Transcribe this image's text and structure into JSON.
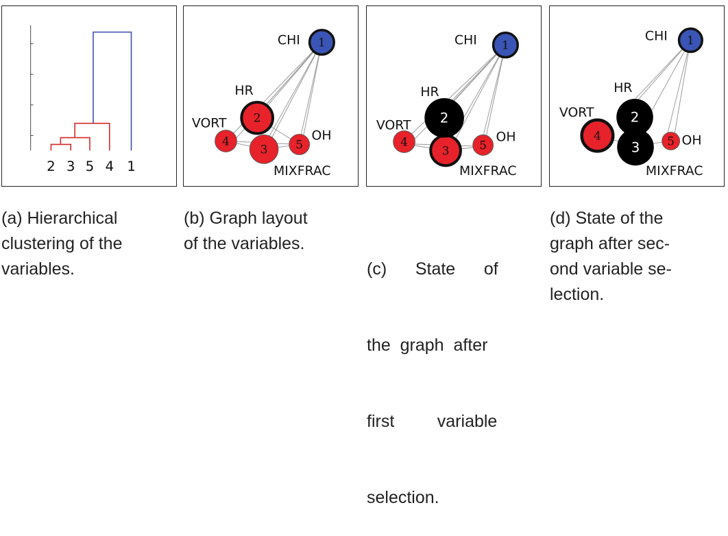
{
  "dendrogram": {
    "leaf_labels": [
      "2",
      "3",
      "5",
      "4",
      "1"
    ],
    "colors": {
      "red": "#d62728",
      "blue": "#3b50b0"
    }
  },
  "graph_labels": {
    "chi": "CHI",
    "hr": "HR",
    "vort": "VORT",
    "oh": "OH",
    "mixfrac": "MIXFRAC"
  },
  "node_numbers": {
    "n1": "1",
    "n2": "2",
    "n3": "3",
    "n4": "4",
    "n5": "5"
  },
  "colors": {
    "red_node": "#e8222a",
    "blue_node": "#3a55b5",
    "selected_node": "#000000"
  },
  "captions": {
    "a": [
      "(a)   Hierarchical",
      "clustering of the",
      "variables."
    ],
    "b": [
      "(b) Graph layout",
      "of the variables."
    ],
    "c": [
      "(c)      State      of",
      "the  graph  after",
      "first         variable",
      "selection."
    ],
    "d": [
      "(d) State of the",
      "graph after sec-",
      "ond variable se-",
      "lection."
    ]
  }
}
